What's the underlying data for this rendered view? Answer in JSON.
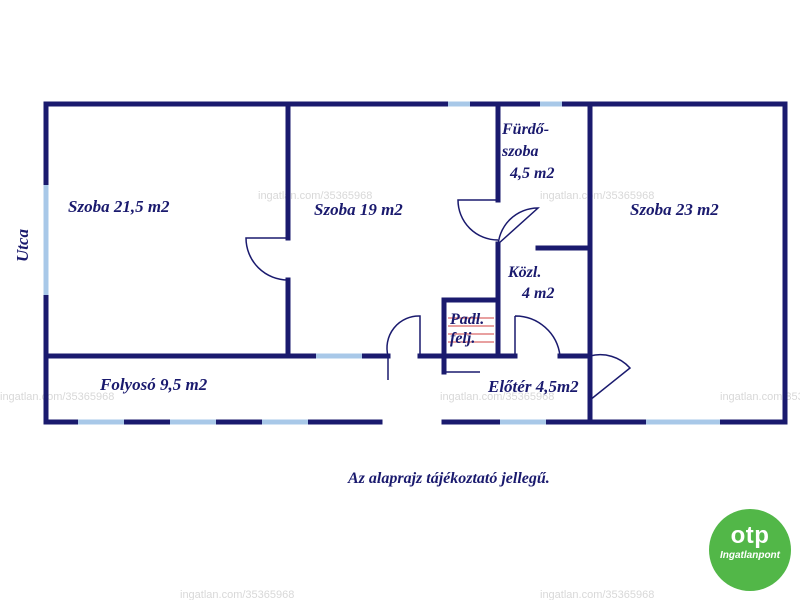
{
  "rooms": {
    "szoba1": "Szoba 21,5 m2",
    "szoba2": "Szoba 19 m2",
    "furdo_line1": "Fürdő-",
    "furdo_line2": "szoba",
    "furdo_area": "4,5 m2",
    "szoba3": "Szoba 23 m2",
    "kozl_line1": "Közl.",
    "kozl_area": "4 m2",
    "padl_line1": "Padl.",
    "padl_line2": "felj.",
    "folyoso": "Folyosó 9,5 m2",
    "eloter": "Előtér 4,5m2"
  },
  "street_label": "Utca",
  "note": "Az alaprajz tájékoztató jellegű.",
  "watermark": "ingatlan.com/35365968",
  "logo": {
    "mark": "otp",
    "sub": "Ingatlanpont"
  },
  "colors": {
    "wall": "#1a1a6e",
    "window": "#a8c8e8",
    "brand": "#52b748"
  }
}
